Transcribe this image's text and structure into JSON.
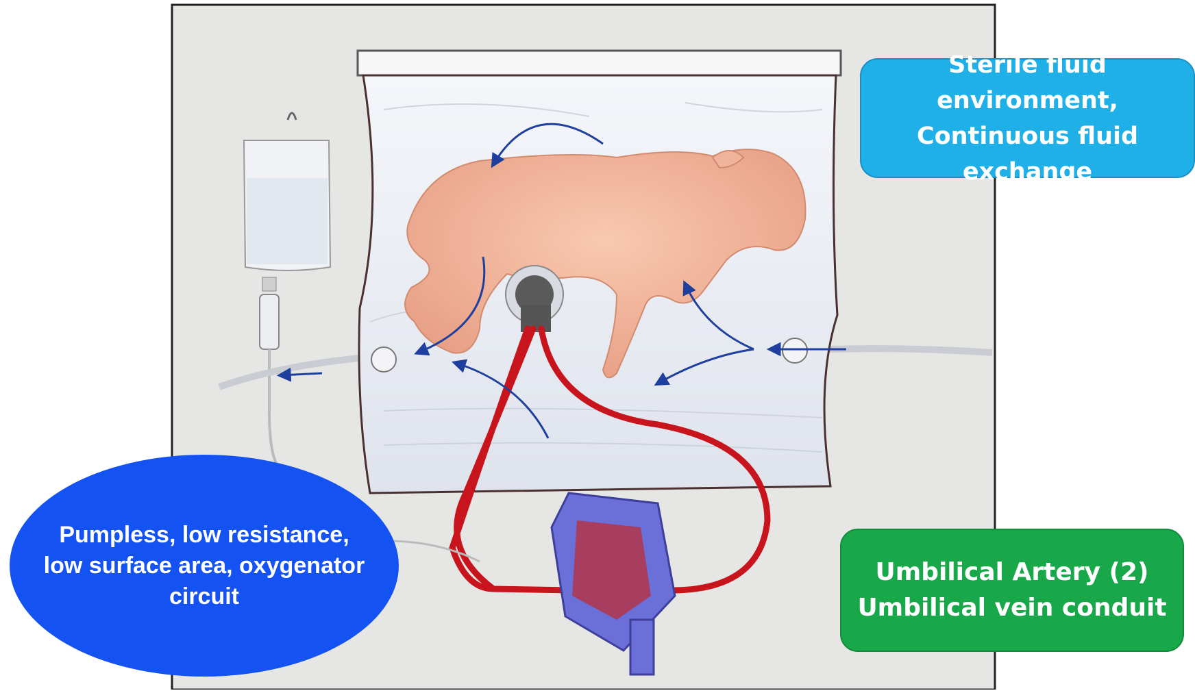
{
  "callouts": {
    "sterile": {
      "line1": "Sterile fluid environment,",
      "line2": "Continuous fluid exchange",
      "color": "#1fb0e8"
    },
    "umbilical": {
      "line1": "Umbilical Artery (2)",
      "line2": "Umbilical vein conduit",
      "color": "#18a84a"
    },
    "pumpless": {
      "line1": "Pumpless, low resistance,",
      "line2": "low surface area, oxygenator",
      "line3": "circuit",
      "color": "#1452f2"
    }
  },
  "illustration": {
    "subject": "fetal lamb in fluid-filled bag",
    "icons": [
      "iv-bag-icon",
      "fluid-bag-icon",
      "fetal-lamb-icon",
      "oxygenator-icon",
      "tubing-icon",
      "flow-arrow-icon"
    ],
    "colors": {
      "background_panel": "#e6e6e4",
      "blood_tubing": "#c8141c",
      "flow_arrows": "#1f3f9e",
      "oxygenator": "#6b6fd8",
      "lamb": "#f2b79a"
    }
  }
}
